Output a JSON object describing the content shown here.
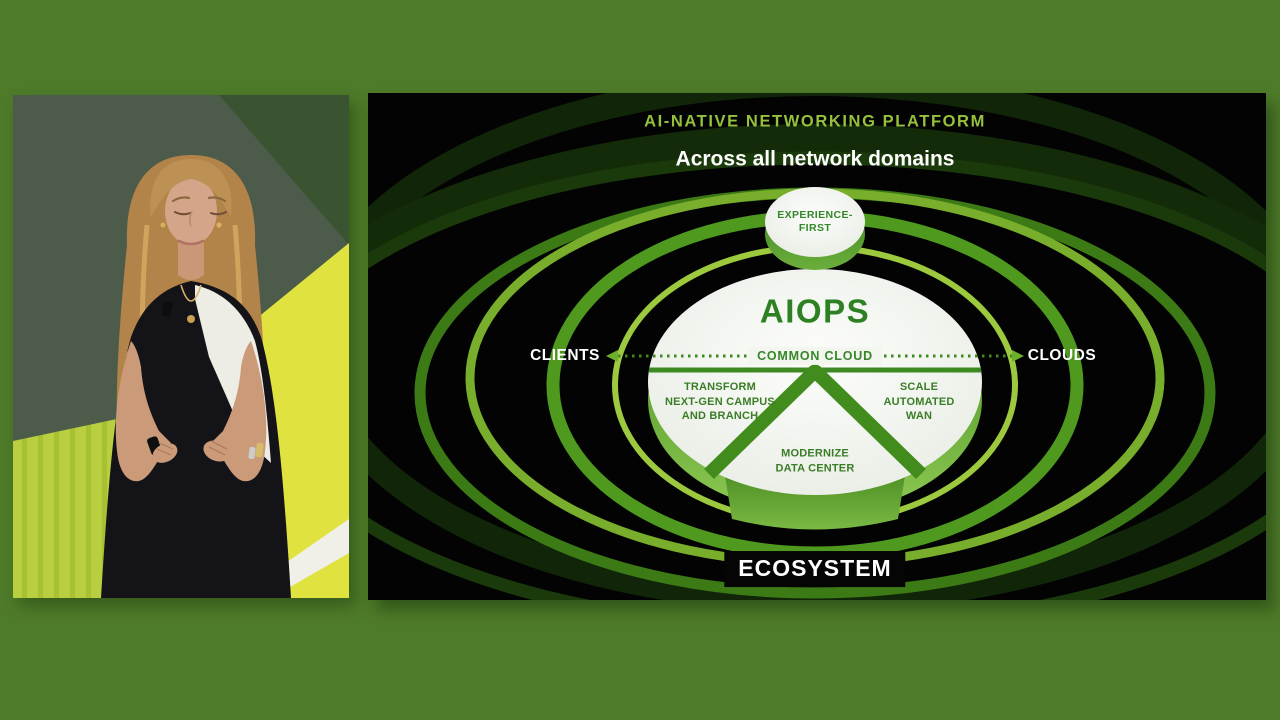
{
  "page": {
    "bg_color": "#4e7b29"
  },
  "webcam": {
    "scene": "presenter-on-stage"
  },
  "slide": {
    "eyebrow": "AI-NATIVE NETWORKING PLATFORM",
    "title": "Across all network domains",
    "badge": {
      "label": "EXPERIENCE-\nFIRST"
    },
    "hub": {
      "label": "AIOPS"
    },
    "axis": {
      "left_label": "CLIENTS",
      "right_label": "CLOUDS",
      "center_label": "COMMON CLOUD"
    },
    "segments": [
      {
        "label": "TRANSFORM\nNEXT-GEN CAMPUS\nAND BRANCH"
      },
      {
        "label": "SCALE\nAUTOMATED\nWAN"
      },
      {
        "label": "MODERNIZE\nDATA CENTER"
      }
    ],
    "outer_label": "ECOSYSTEM",
    "colors": {
      "slide_bg": "#030303",
      "accent_light": "#95c13d",
      "accent": "#3e8a22",
      "accent_dark": "#2e8123",
      "ring_bright": "#78ae2b",
      "ring_inner": "#9cc93e",
      "text_white": "#ffffff"
    }
  }
}
